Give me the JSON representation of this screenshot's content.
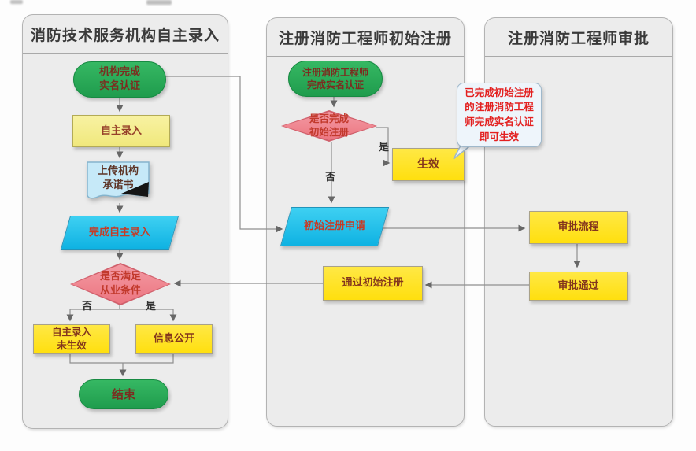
{
  "lanes": [
    {
      "title": "消防技术服务机构自主录入"
    },
    {
      "title": "注册消防工程师初始注册"
    },
    {
      "title": "注册消防工程师审批"
    }
  ],
  "left_lane": {
    "start": "机构完成\n实名认证",
    "entry": "自主录入",
    "upload": "上传机构\n承诺书",
    "complete": "完成自主录入",
    "decision": "是否满足\n从业条件",
    "no_label": "否",
    "yes_label": "是",
    "not_effective": "自主录入\n未生效",
    "disclosure": "信息公开",
    "end": "结束"
  },
  "middle_lane": {
    "start": "注册消防工程师\n完成实名认证",
    "decision": "是否完成\n初始注册",
    "yes_label": "是",
    "no_label": "否",
    "effective": "生效",
    "apply": "初始注册申请",
    "pass": "通过初始注册"
  },
  "right_lane": {
    "process": "审批流程",
    "approved": "审批通过"
  },
  "callout": {
    "text": "已完成初始注册\n的注册消防工程\n师完成实名认证\n即可生效"
  },
  "colors": {
    "lane_bg": "#ececec",
    "lane_border": "#b3b3b3",
    "green_node": "#2aa857",
    "yellow_pale": "#f5ef92",
    "yellow_bright": "#ffe422",
    "cyan_node": "#1cbce9",
    "pink_diamond": "#ef7f8b",
    "doc_blue": "#c6e9f8",
    "callout_text_red": "#e32020",
    "node_text_maroon": "#8b3322",
    "node_text_red": "#c73a24",
    "wire_gray": "#8f8f8f"
  }
}
